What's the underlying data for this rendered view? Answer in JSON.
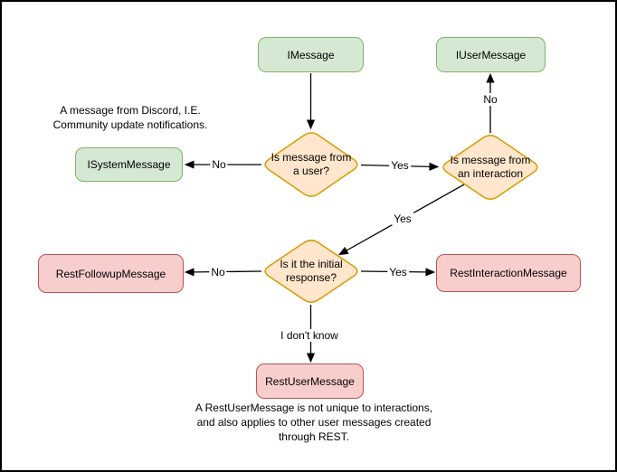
{
  "palette": {
    "green_fill": "#d5e8d4",
    "green_border": "#82b366",
    "orange_fill": "#ffe6cc",
    "orange_border": "#d79b00",
    "red_fill": "#f8cecc",
    "red_border": "#b85450",
    "edge_color": "#000000",
    "text_color": "#000000"
  },
  "nodes": {
    "imessage": {
      "label": "IMessage"
    },
    "iusermessage": {
      "label": "IUserMessage"
    },
    "isystemmessage": {
      "label": "ISystemMessage"
    },
    "restfollowup": {
      "label": "RestFollowupMessage"
    },
    "restinteraction": {
      "label": "RestInteractionMessage"
    },
    "restuser": {
      "label": "RestUserMessage"
    }
  },
  "decisions": {
    "from_user": {
      "label": "Is message from\na user?"
    },
    "from_interaction": {
      "label": "Is message from\nan interaction"
    },
    "initial_response": {
      "label": "Is it the initial\nresponse?"
    }
  },
  "edge_labels": {
    "user_no": "No",
    "user_yes": "Yes",
    "interaction_no": "No",
    "interaction_yes": "Yes",
    "initial_no": "No",
    "initial_yes": "Yes",
    "initial_unknown": "I don't know"
  },
  "annotations": {
    "system_note": "A message from Discord, I.E.\nCommunity update notifications.",
    "restuser_note": "A RestUserMessage is not unique to interactions,\nand also applies to other user messages created\nthrough REST."
  }
}
